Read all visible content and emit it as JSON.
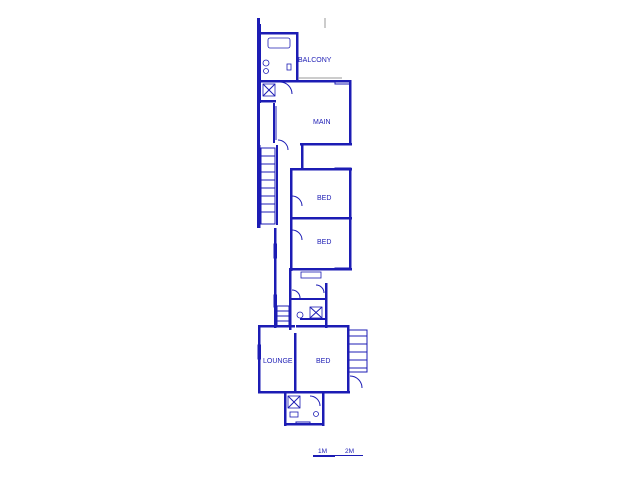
{
  "rooms": {
    "balcony": "BALCONY",
    "main": "MAIN",
    "bed_upper": "BED",
    "bed_middle": "BED",
    "lounge": "LOUNGE",
    "bed_lower": "BED"
  },
  "scale": {
    "left": "1M",
    "right": "2M"
  },
  "colors": {
    "wall": "#1c1cb4",
    "background": "#ffffff"
  }
}
